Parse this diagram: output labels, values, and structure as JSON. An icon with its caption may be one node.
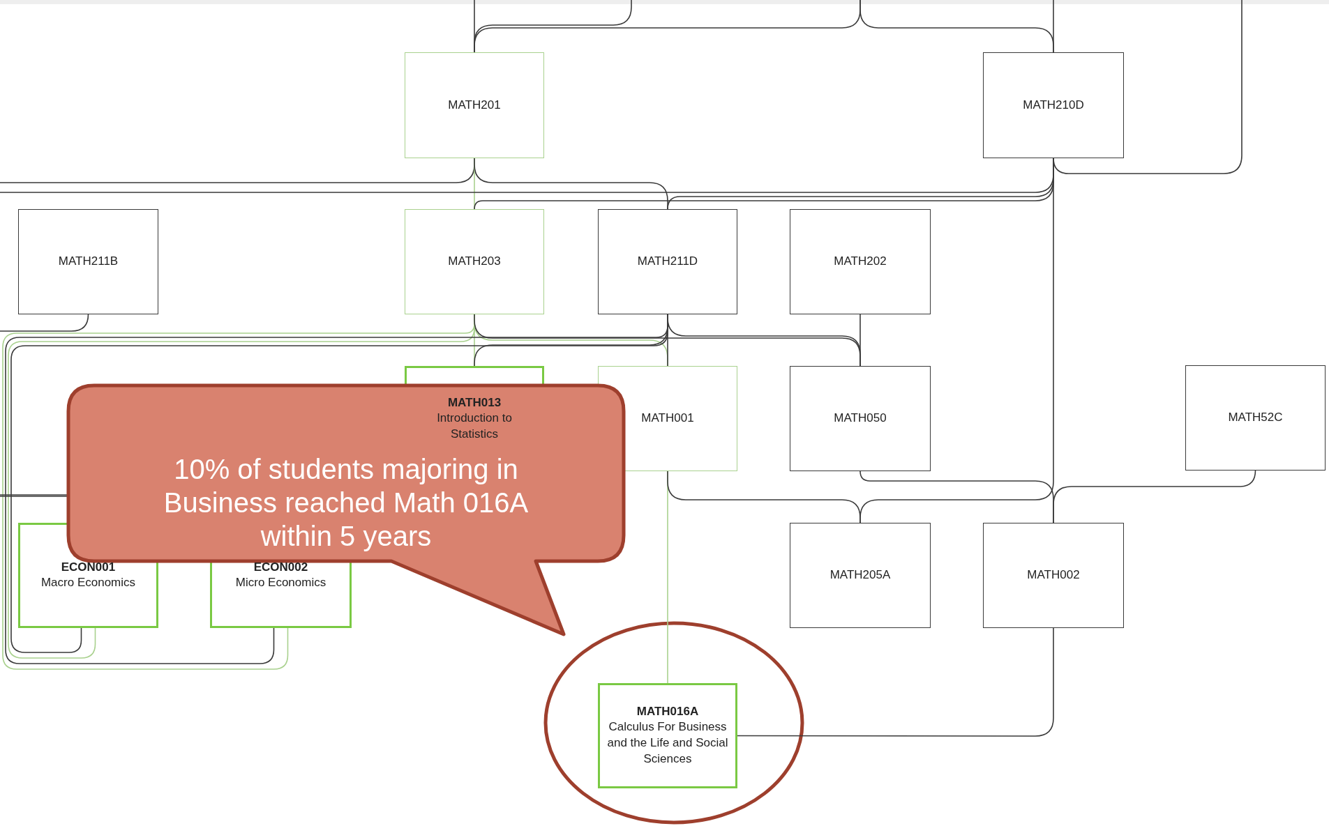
{
  "diagram": {
    "nodes": [
      {
        "text": [
          "MATH201"
        ]
      },
      {
        "text": [
          "MATH210D"
        ]
      },
      {
        "text": [
          "MATH211B"
        ]
      },
      {
        "text": [
          "MATH203"
        ]
      },
      {
        "text": [
          "MATH211D"
        ]
      },
      {
        "text": [
          "MATH202"
        ]
      },
      {
        "text": [
          "MATH013",
          "Introduction to Statistics"
        ]
      },
      {
        "text": [
          "MATH001"
        ]
      },
      {
        "text": [
          "MATH050"
        ]
      },
      {
        "text": [
          "MATH52C"
        ]
      },
      {
        "text": [
          "ECON001",
          "Macro Economics"
        ]
      },
      {
        "text": [
          "ECON002",
          "Micro Economics"
        ]
      },
      {
        "text": [
          "MATH205A"
        ]
      },
      {
        "text": [
          "MATH002"
        ]
      },
      {
        "text": [
          "MATH016A",
          "Calculus For Business and the Life and Social Sciences"
        ]
      },
      {
        "text": [
          "10% of students majoring in Business reached Math 016A within 5 years"
        ]
      }
    ],
    "edges": [
      {
        "from": null,
        "to": 0,
        "arrow": "none"
      },
      {
        "from": null,
        "to": 0,
        "arrow": "none"
      },
      {
        "from": null,
        "to": 0,
        "arrow": "none"
      },
      {
        "from": null,
        "to": 1,
        "arrow": "none"
      },
      {
        "from": null,
        "to": 1,
        "arrow": "none"
      },
      {
        "from": 0,
        "to": null,
        "arrow": "none"
      },
      {
        "from": 0,
        "to": 3,
        "arrow": "none",
        "color": "#a9d18e"
      },
      {
        "from": 0,
        "to": 4,
        "arrow": "none"
      },
      {
        "from": 1,
        "to": 3,
        "arrow": "none"
      },
      {
        "from": 1,
        "to": 4,
        "arrow": "none"
      },
      {
        "from": 1,
        "to": null,
        "arrow": "none"
      },
      {
        "from": 1,
        "to": null,
        "arrow": "none"
      },
      {
        "from": 1,
        "to": 12,
        "arrow": "none"
      },
      {
        "from": 2,
        "to": null,
        "arrow": "none"
      },
      {
        "from": 3,
        "to": 6,
        "arrow": "none",
        "color": "#a9d18e"
      },
      {
        "from": 3,
        "to": 10,
        "arrow": "none",
        "color": "#a9d18e"
      },
      {
        "from": 3,
        "to": 11,
        "arrow": "none",
        "color": "#a9d18e"
      },
      {
        "from": 3,
        "to": 7,
        "arrow": "none",
        "color": "#a9d18e"
      },
      {
        "from": 3,
        "to": 8,
        "arrow": "none"
      },
      {
        "from": 4,
        "to": 6,
        "arrow": "none"
      },
      {
        "from": 4,
        "to": 10,
        "arrow": "none"
      },
      {
        "from": 4,
        "to": 11,
        "arrow": "none"
      },
      {
        "from": 4,
        "to": 7,
        "arrow": "none"
      },
      {
        "from": 4,
        "to": 8,
        "arrow": "none"
      },
      {
        "from": 5,
        "to": 8,
        "arrow": "none"
      },
      {
        "from": null,
        "to": 10,
        "arrow": "none"
      },
      {
        "from": null,
        "to": 11,
        "arrow": "none"
      },
      {
        "from": 7,
        "to": 14,
        "arrow": "none",
        "color": "#a9d18e"
      },
      {
        "from": 7,
        "to": 12,
        "arrow": "none"
      },
      {
        "from": 8,
        "to": 13,
        "arrow": "none"
      },
      {
        "from": 9,
        "to": 13,
        "arrow": "none"
      },
      {
        "from": 13,
        "to": 14,
        "arrow": "none"
      }
    ]
  }
}
